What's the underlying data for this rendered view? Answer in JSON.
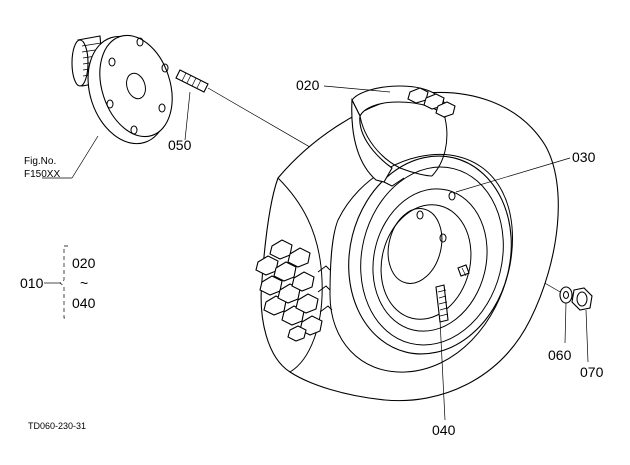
{
  "figure_ref": {
    "line1": "Fig.No.",
    "line2": "F150XX"
  },
  "parts": {
    "p020": "020",
    "p030": "030",
    "p040": "040",
    "p050": "050",
    "p060": "060",
    "p070": "070"
  },
  "assembly": {
    "number": "010",
    "range_from": "020",
    "range_sep": "~",
    "range_to": "040"
  },
  "drawing_code": "TD060-230-31"
}
